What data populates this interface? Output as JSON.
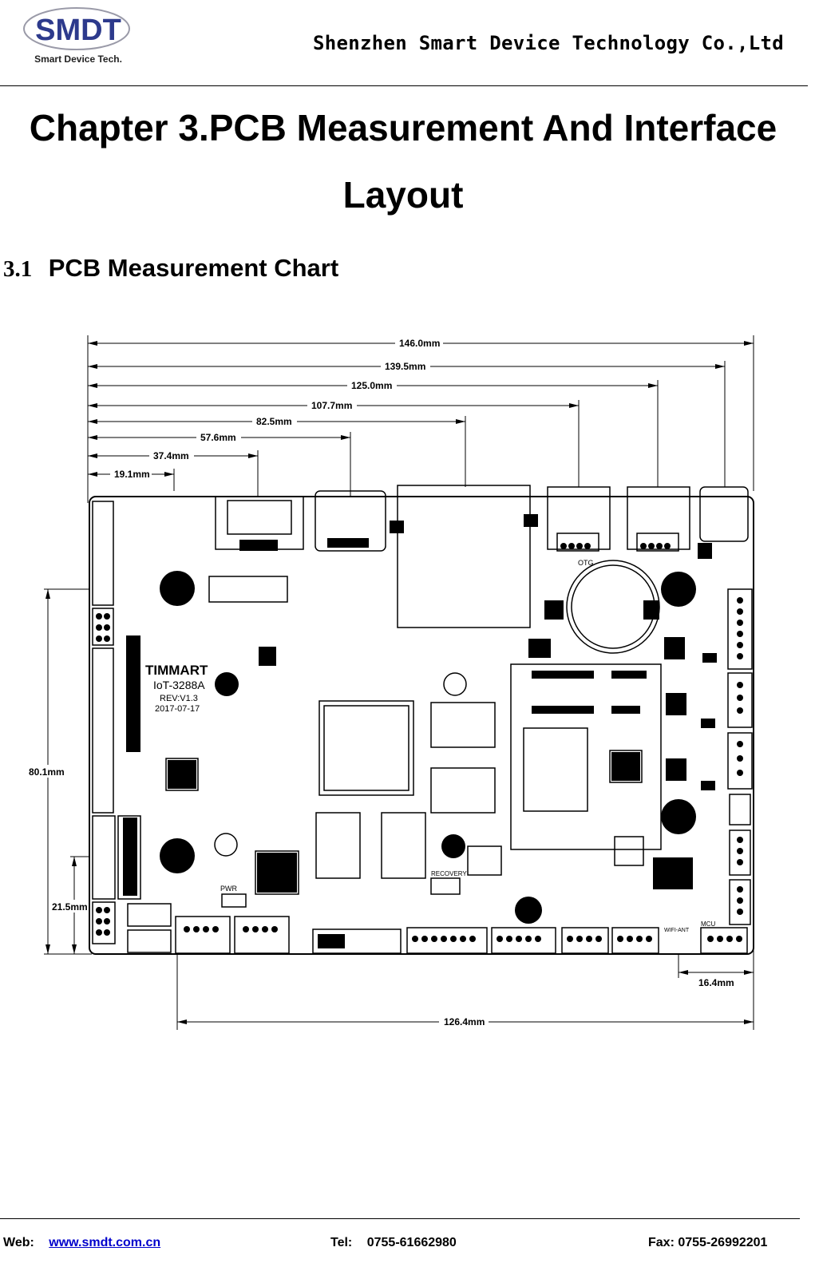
{
  "header": {
    "logo_text": "SMDT",
    "logo_subtitle": "Smart Device Tech.",
    "company": "Shenzhen Smart Device Technology Co.,Ltd"
  },
  "chapter_title_line1": "Chapter 3.PCB Measurement And Interface",
  "chapter_title_line2": "Layout",
  "section": {
    "number": "3.1",
    "title": "PCB Measurement Chart"
  },
  "drawing": {
    "dimensions": {
      "d146": "146.0mm",
      "d139": "139.5mm",
      "d125": "125.0mm",
      "d107": "107.7mm",
      "d82": "82.5mm",
      "d57": "57.6mm",
      "d37": "37.4mm",
      "d19": "19.1mm",
      "d80": "80.1mm",
      "d21": "21.5mm",
      "d16": "16.4mm",
      "d126": "126.4mm"
    },
    "silkscreen": {
      "brand": "TIMMART",
      "model": "IoT-3288A",
      "rev": "REV:V1.3",
      "date": "2017-07-17",
      "otg": "OTG",
      "pwr": "PWR",
      "recovery": "RECOVERY",
      "wifi": "WIFI-ANT",
      "mcu": "MCU"
    }
  },
  "footer": {
    "web_label": "Web:",
    "web_url": "www.smdt.com.cn",
    "tel_label": "Tel:",
    "tel_value": "0755-61662980",
    "fax": "Fax: 0755-26992201"
  }
}
